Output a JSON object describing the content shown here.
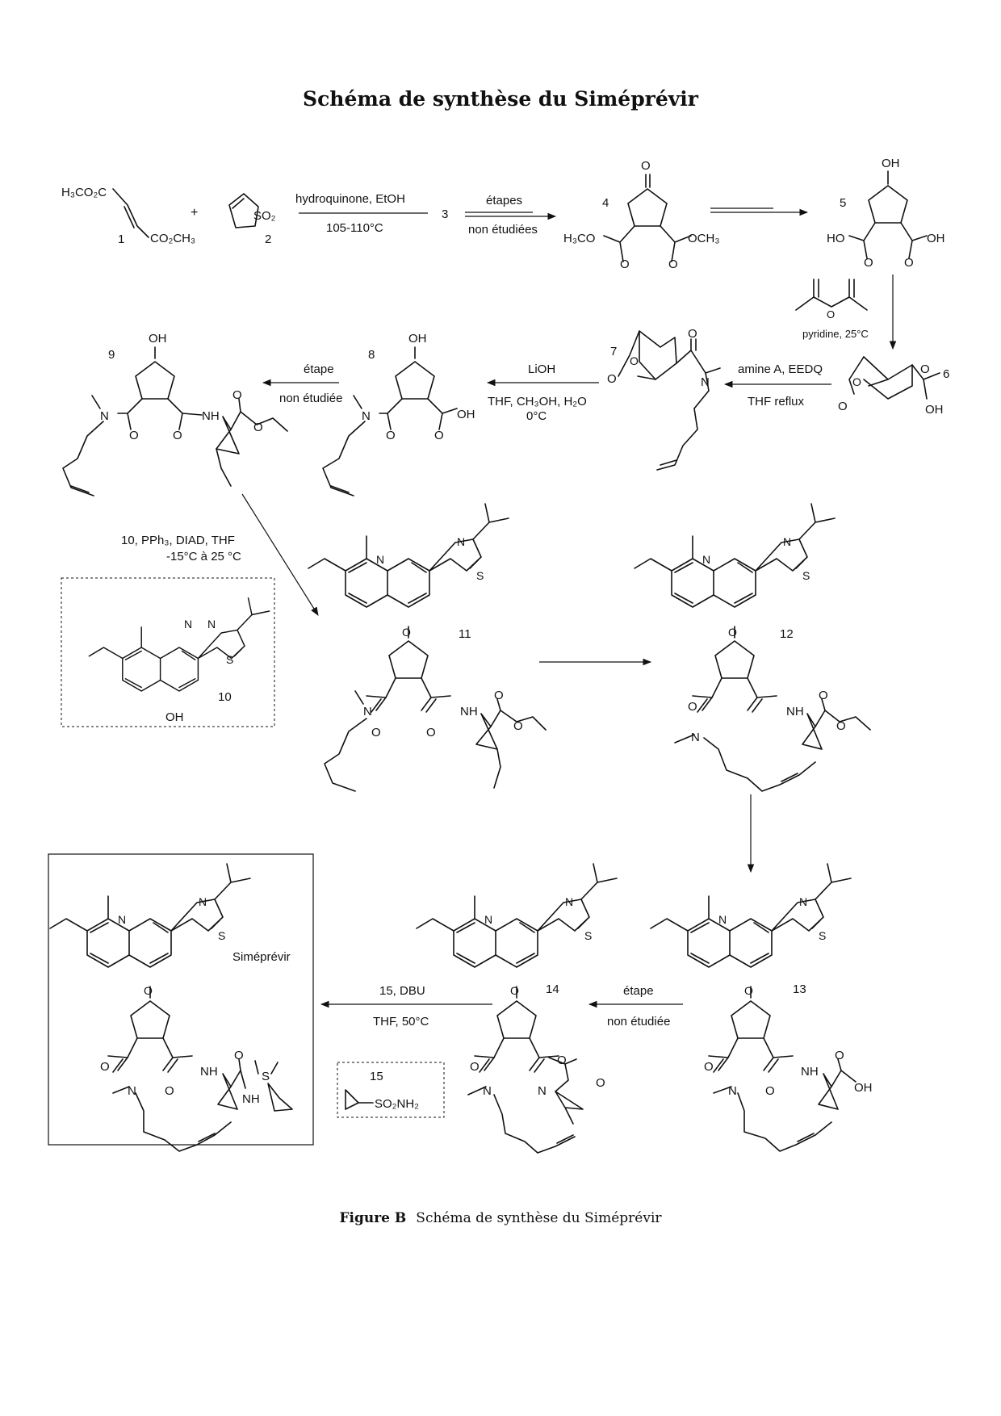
{
  "title": "Schéma de synthèse du Siméprévir",
  "caption": {
    "label": "Figure B",
    "text": "Schéma de synthèse du Siméprévir"
  },
  "compounds": {
    "c1": "1",
    "c2": "2",
    "c3": "3",
    "c4": "4",
    "c5": "5",
    "c6": "6",
    "c7": "7",
    "c8": "8",
    "c9": "9",
    "c10": "10",
    "c11": "11",
    "c12": "12",
    "c13": "13",
    "c14": "14",
    "c15": "15",
    "final": "Siméprévir"
  },
  "reactions": {
    "r1_top": "hydroquinone, EtOH",
    "r1_bottom": "105-110°C",
    "r2_top": "étapes",
    "r2_bottom": "non étudiées",
    "r4_bottom": "pyridine, 25°C",
    "r5_top": "amine A, EEDQ",
    "r5_bottom": "THF reflux",
    "r6_top": "LiOH",
    "r6_mid": "THF, CH₃OH, H₂O",
    "r6_bottom": "0°C",
    "r7_top": "étape",
    "r7_bottom": "non étudiée",
    "r8_top": "10, PPh₃, DIAD, THF",
    "r8_bottom": "-15°C à 25 °C",
    "r10_top": "étape",
    "r10_bottom": "non étudiée",
    "r11_top": "15, DBU",
    "r11_bottom": "THF, 50°C"
  },
  "plus": "+",
  "atoms": {
    "h3co2c": "H₃CO₂C",
    "co2ch3": "CO₂CH₃",
    "so2": "SO₂",
    "o": "O",
    "oh": "OH",
    "ho": "HO",
    "h3co": "H₃CO",
    "och3": "OCH₃",
    "n": "N",
    "nh": "NH",
    "s": "S",
    "so2nh2": "SO₂NH₂"
  }
}
